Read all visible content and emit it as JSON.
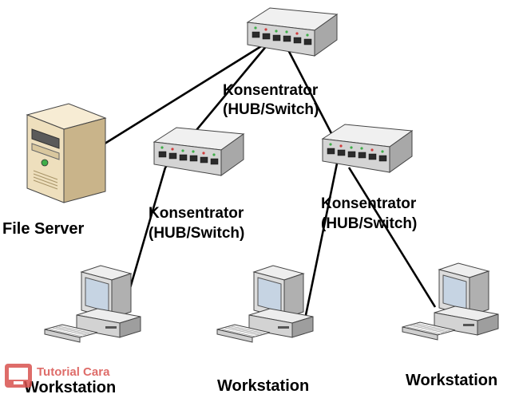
{
  "nodes": {
    "hub_top": {
      "label_line1": "Konsentrator",
      "label_line2": "(HUB/Switch)"
    },
    "hub_left": {
      "label_line1": "Konsentrator",
      "label_line2": "(HUB/Switch)"
    },
    "hub_right": {
      "label_line1": "Konsentrator",
      "label_line2": "(HUB/Switch)"
    },
    "file_server": {
      "label": "File Server"
    },
    "ws_left": {
      "label": "Workstation"
    },
    "ws_middle": {
      "label": "Workstation"
    },
    "ws_right": {
      "label": "Workstation"
    }
  },
  "watermark": {
    "line1": "Tutorial Cara",
    "line2": ""
  },
  "colors": {
    "device_body": "#d9d9d9",
    "device_dark": "#8c8c8c",
    "screen": "#b8c8d8",
    "server_body": "#f2e3c4",
    "link": "#000000",
    "watermark": "#d9534f"
  }
}
